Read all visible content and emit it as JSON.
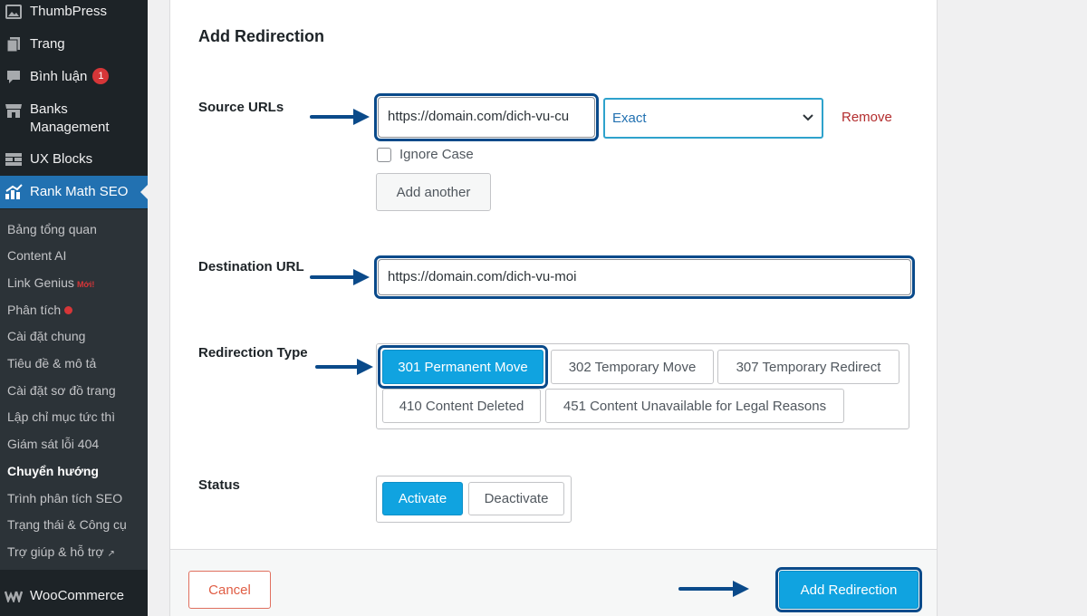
{
  "sidebar": {
    "menu": [
      {
        "label": "ThumbPress",
        "icon": "image-icon"
      },
      {
        "label": "Trang",
        "icon": "pages-icon"
      },
      {
        "label": "Bình luận",
        "icon": "comment-icon",
        "badge": "1"
      },
      {
        "label": "Banks Management",
        "icon": "store-icon"
      },
      {
        "label": "UX Blocks",
        "icon": "blocks-icon"
      },
      {
        "label": "Rank Math SEO",
        "icon": "rankmath-icon"
      },
      {
        "label": "WooCommerce",
        "icon": "woocommerce-icon"
      }
    ],
    "submenu": [
      {
        "label": "Bảng tổng quan"
      },
      {
        "label": "Content AI"
      },
      {
        "label": "Link Genius",
        "tag": "Mới!"
      },
      {
        "label": "Phân tích"
      },
      {
        "label": "Cài đặt chung"
      },
      {
        "label": "Tiêu đề & mô tả"
      },
      {
        "label": "Cài đặt sơ đồ trang"
      },
      {
        "label": "Lập chỉ mục tức thì"
      },
      {
        "label": "Giám sát lỗi 404"
      },
      {
        "label": "Chuyển hướng"
      },
      {
        "label": "Trình phân tích SEO"
      },
      {
        "label": "Trạng thái & Công cụ"
      },
      {
        "label": "Trợ giúp & hỗ trợ"
      }
    ]
  },
  "form": {
    "title": "Add Redirection",
    "source": {
      "label": "Source URLs",
      "value": "https://domain.com/dich-vu-cu",
      "match_type": "Exact",
      "remove_label": "Remove",
      "ignore_case_label": "Ignore Case",
      "add_another_label": "Add another"
    },
    "destination": {
      "label": "Destination URL",
      "value": "https://domain.com/dich-vu-moi"
    },
    "redirection_type": {
      "label": "Redirection Type",
      "options": [
        "301 Permanent Move",
        "302 Temporary Move",
        "307 Temporary Redirect",
        "410 Content Deleted",
        "451 Content Unavailable for Legal Reasons"
      ],
      "selected": "301 Permanent Move"
    },
    "status": {
      "label": "Status",
      "options": [
        "Activate",
        "Deactivate"
      ],
      "selected": "Activate"
    },
    "cancel_label": "Cancel",
    "submit_label": "Add Redirection"
  },
  "colors": {
    "accent": "#10a3e0",
    "highlight_ring": "#0a4a8a",
    "sidebar_bg": "#1d2327",
    "active_menu": "#2271b1",
    "danger": "#b32d2e"
  }
}
